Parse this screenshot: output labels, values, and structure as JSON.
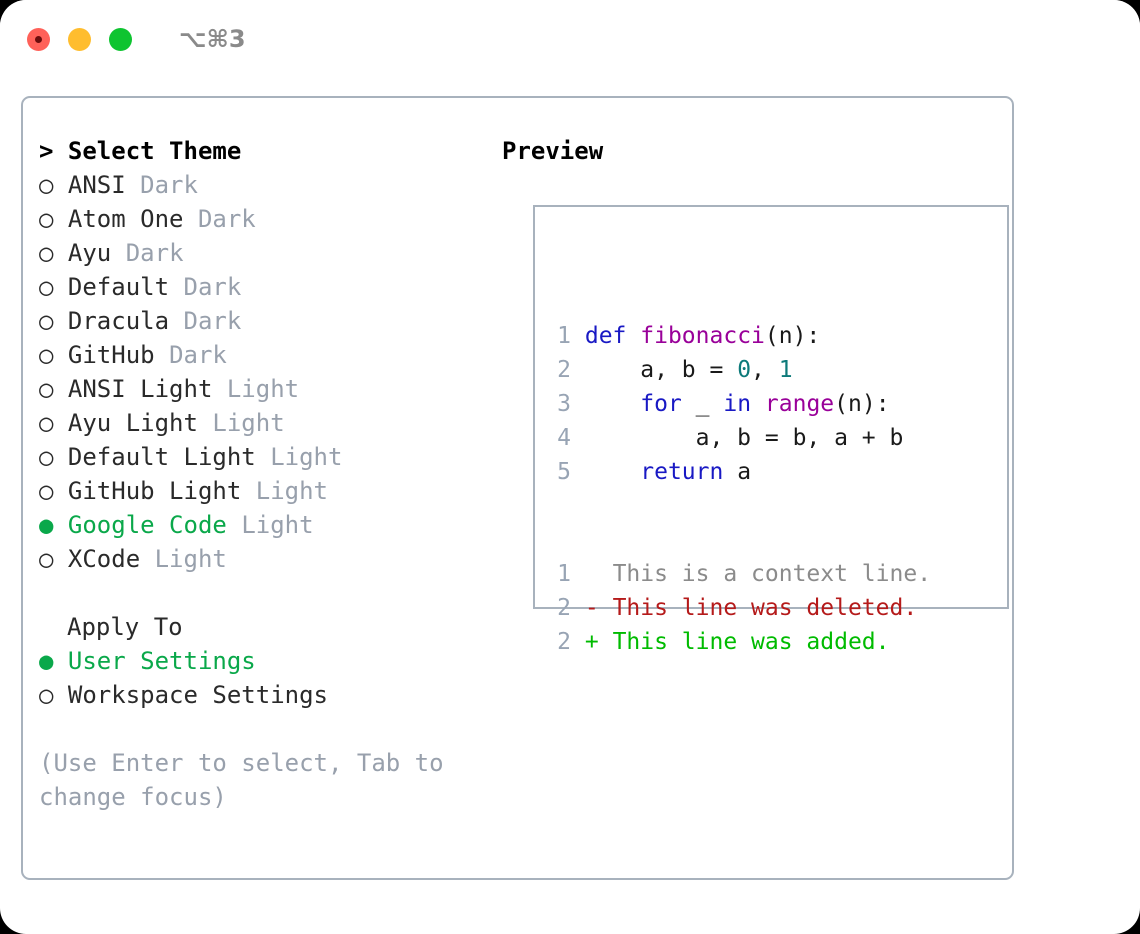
{
  "titlebar": {
    "shortcut": "⌥⌘3",
    "buttons": [
      {
        "name": "close",
        "color": "#ff6159"
      },
      {
        "name": "minimize",
        "color": "#ffbd2e"
      },
      {
        "name": "maximize",
        "color": "#0ec430"
      }
    ]
  },
  "theme_list": {
    "header": "> Select Theme",
    "items": [
      {
        "bullet": "○",
        "label": "ANSI",
        "tag": "Dark",
        "selected": false
      },
      {
        "bullet": "○",
        "label": "Atom One",
        "tag": "Dark",
        "selected": false
      },
      {
        "bullet": "○",
        "label": "Ayu",
        "tag": "Dark",
        "selected": false
      },
      {
        "bullet": "○",
        "label": "Default",
        "tag": "Dark",
        "selected": false
      },
      {
        "bullet": "○",
        "label": "Dracula",
        "tag": "Dark",
        "selected": false
      },
      {
        "bullet": "○",
        "label": "GitHub",
        "tag": "Dark",
        "selected": false
      },
      {
        "bullet": "○",
        "label": "ANSI Light",
        "tag": "Light",
        "selected": false
      },
      {
        "bullet": "○",
        "label": "Ayu Light",
        "tag": "Light",
        "selected": false
      },
      {
        "bullet": "○",
        "label": "Default Light",
        "tag": "Light",
        "selected": false
      },
      {
        "bullet": "○",
        "label": "GitHub Light",
        "tag": "Light",
        "selected": false
      },
      {
        "bullet": "●",
        "label": "Google Code",
        "tag": "Light",
        "selected": true
      },
      {
        "bullet": "○",
        "label": "XCode",
        "tag": "Light",
        "selected": false
      }
    ]
  },
  "apply_to": {
    "header": "Apply To",
    "items": [
      {
        "bullet": "●",
        "label": "User Settings",
        "selected": true
      },
      {
        "bullet": "○",
        "label": "Workspace Settings",
        "selected": false
      }
    ]
  },
  "hint": "(Use Enter to select, Tab to change focus)",
  "preview": {
    "header": "Preview",
    "code_lines": [
      {
        "num": "1",
        "tokens": [
          {
            "t": "def",
            "c": "kw"
          },
          {
            "t": " ",
            "c": "plain"
          },
          {
            "t": "fibonacci",
            "c": "fn"
          },
          {
            "t": "(n):",
            "c": "plain"
          }
        ]
      },
      {
        "num": "2",
        "tokens": [
          {
            "t": "    a, b = ",
            "c": "plain"
          },
          {
            "t": "0",
            "c": "num"
          },
          {
            "t": ", ",
            "c": "plain"
          },
          {
            "t": "1",
            "c": "num"
          }
        ]
      },
      {
        "num": "3",
        "tokens": [
          {
            "t": "    ",
            "c": "plain"
          },
          {
            "t": "for",
            "c": "kw"
          },
          {
            "t": " _ ",
            "c": "plain"
          },
          {
            "t": "in",
            "c": "kw"
          },
          {
            "t": " ",
            "c": "plain"
          },
          {
            "t": "range",
            "c": "fn"
          },
          {
            "t": "(n):",
            "c": "plain"
          }
        ]
      },
      {
        "num": "4",
        "tokens": [
          {
            "t": "        a, b = b, a + b",
            "c": "plain"
          }
        ]
      },
      {
        "num": "5",
        "tokens": [
          {
            "t": "    ",
            "c": "plain"
          },
          {
            "t": "return",
            "c": "kw"
          },
          {
            "t": " a",
            "c": "plain"
          }
        ]
      }
    ],
    "diff_lines": [
      {
        "num": "1",
        "marker": "  ",
        "text": "This is a context line.",
        "kind": "ctx"
      },
      {
        "num": "2",
        "marker": "- ",
        "text": "This line was deleted.",
        "kind": "del"
      },
      {
        "num": "2",
        "marker": "+ ",
        "text": "This line was added.",
        "kind": "add"
      }
    ]
  },
  "colors": {
    "accent_green": "#0aa84a",
    "muted_gray": "#98a0ac",
    "border": "#a8b2bd",
    "keyword": "#1919c4",
    "function": "#990099",
    "number": "#0d7a7a",
    "diff_deleted": "#b51a1a",
    "diff_added": "#00bb00",
    "line_number": "#98a4b4"
  }
}
